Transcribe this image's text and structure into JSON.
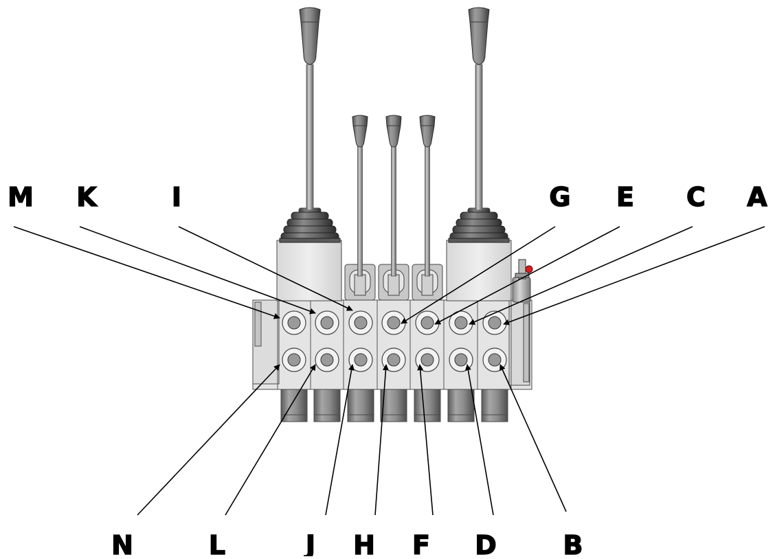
{
  "labels": {
    "top": [
      "M",
      "K",
      "I",
      "G",
      "E",
      "C",
      "A"
    ],
    "bottom": [
      "N",
      "L",
      "J",
      "H",
      "F",
      "D",
      "B"
    ]
  },
  "colors": {
    "background": "#ffffff",
    "body_metal": "#e4e4e4",
    "dark_metal": "#8e8e8e",
    "port_face": "#f2f2f2",
    "port_bore": "#9a9a9a",
    "line": "#000000",
    "lock_knob": "#d42020"
  }
}
